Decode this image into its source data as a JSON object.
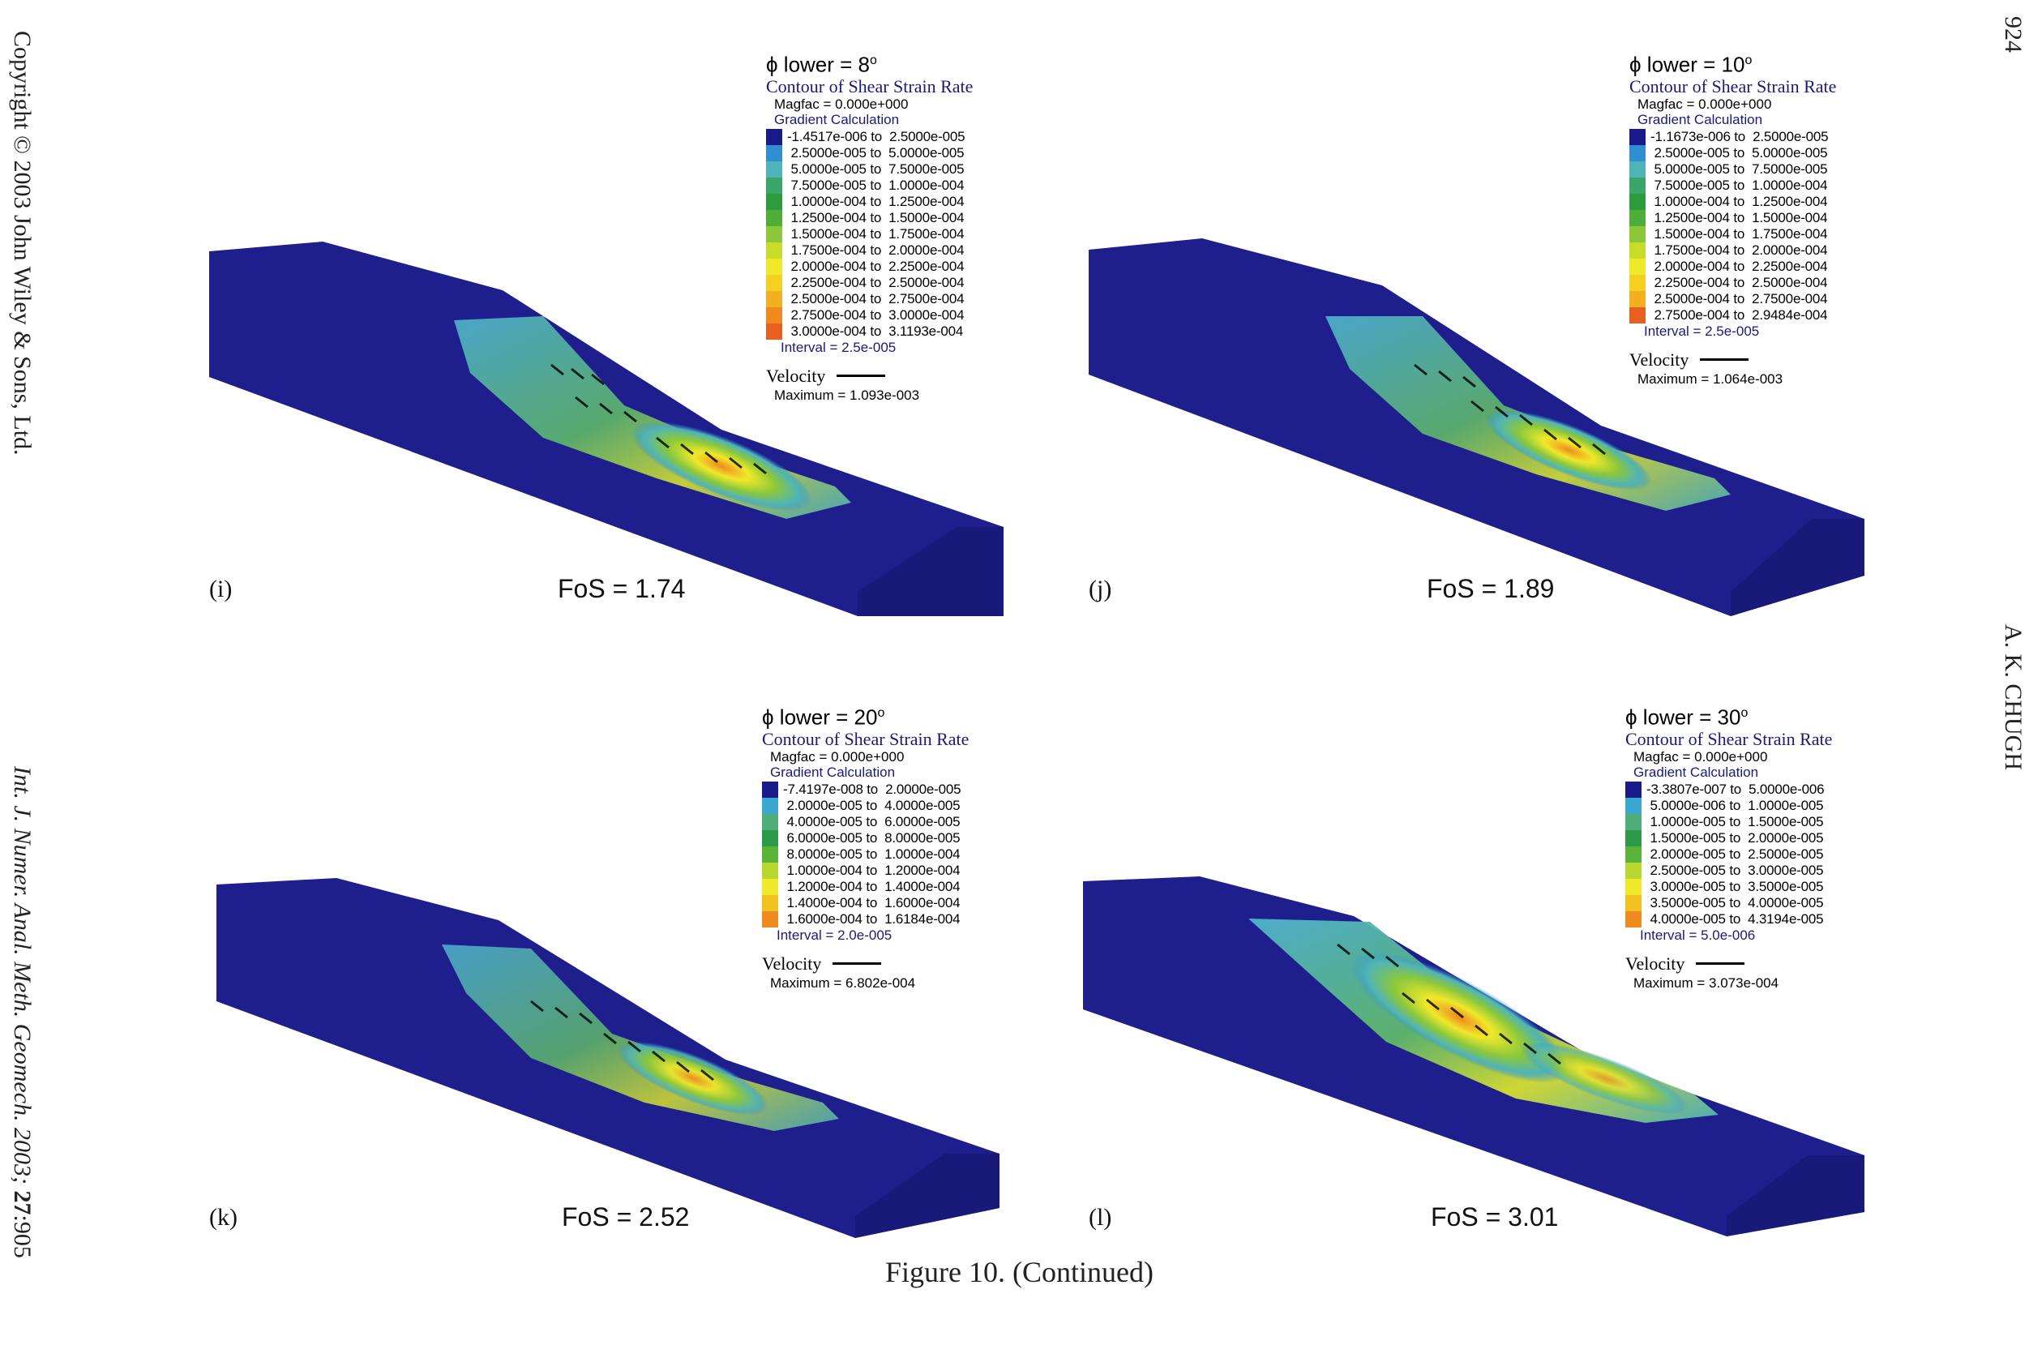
{
  "margins": {
    "left_top": "Copyright © 2003 John Wiley & Sons, Ltd.",
    "left_bottom_prefix": "Int. J. Numer. Anal. Meth. Geomech. 2003; ",
    "left_bottom_volume": "27",
    "left_bottom_pages": ":905",
    "right_page": "924",
    "right_author": "A. K. CHUGH"
  },
  "caption": "Figure 10.  (Continued)",
  "colors": {
    "mesh_blue": "#1e1e8c",
    "text_navy": "#1a1a7a",
    "band_colors": [
      "#1a1a8a",
      "#2f8fd0",
      "#4fb4b8",
      "#3aa66a",
      "#2d9a3c",
      "#4fae3a",
      "#8cc83a",
      "#c8dc2a",
      "#f0e82a",
      "#f4d020",
      "#f2b020",
      "#f08a20",
      "#e86020"
    ]
  },
  "panels": [
    {
      "id": "i",
      "label": "(i)",
      "phi_label": "lower = 8",
      "phi_symbol": "ϕ",
      "degree": "o",
      "contour_title": "Contour of Shear Strain Rate",
      "magfac": "Magfac = 0.000e+000",
      "gradient": "Gradient Calculation",
      "bands": [
        "-1.4517e-006 to  2.5000e-005",
        " 2.5000e-005 to  5.0000e-005",
        " 5.0000e-005 to  7.5000e-005",
        " 7.5000e-005 to  1.0000e-004",
        " 1.0000e-004 to  1.2500e-004",
        " 1.2500e-004 to  1.5000e-004",
        " 1.5000e-004 to  1.7500e-004",
        " 1.7500e-004 to  2.0000e-004",
        " 2.0000e-004 to  2.2500e-004",
        " 2.2500e-004 to  2.5000e-004",
        " 2.5000e-004 to  2.7500e-004",
        " 2.7500e-004 to  3.0000e-004",
        " 3.0000e-004 to  3.1193e-004"
      ],
      "interval": "Interval = 2.5e-005",
      "velocity_label": "Velocity",
      "velocity_max": "Maximum = 1.093e-003",
      "fos": "FoS = 1.74"
    },
    {
      "id": "j",
      "label": "(j)",
      "phi_label": "lower = 10",
      "phi_symbol": "ϕ",
      "degree": "o",
      "contour_title": "Contour of Shear Strain Rate",
      "magfac": "Magfac = 0.000e+000",
      "gradient": "Gradient Calculation",
      "bands": [
        "-1.1673e-006 to  2.5000e-005",
        " 2.5000e-005 to  5.0000e-005",
        " 5.0000e-005 to  7.5000e-005",
        " 7.5000e-005 to  1.0000e-004",
        " 1.0000e-004 to  1.2500e-004",
        " 1.2500e-004 to  1.5000e-004",
        " 1.5000e-004 to  1.7500e-004",
        " 1.7500e-004 to  2.0000e-004",
        " 2.0000e-004 to  2.2500e-004",
        " 2.2500e-004 to  2.5000e-004",
        " 2.5000e-004 to  2.7500e-004",
        " 2.7500e-004 to  2.9484e-004"
      ],
      "interval": "Interval = 2.5e-005",
      "velocity_label": "Velocity",
      "velocity_max": "Maximum = 1.064e-003",
      "fos": "FoS = 1.89"
    },
    {
      "id": "k",
      "label": "(k)",
      "phi_label": "lower = 20",
      "phi_symbol": "ϕ",
      "degree": "o",
      "contour_title": "Contour of Shear Strain Rate",
      "magfac": "Magfac = 0.000e+000",
      "gradient": "Gradient Calculation",
      "bands": [
        "-7.4197e-008 to  2.0000e-005",
        " 2.0000e-005 to  4.0000e-005",
        " 4.0000e-005 to  6.0000e-005",
        " 6.0000e-005 to  8.0000e-005",
        " 8.0000e-005 to  1.0000e-004",
        " 1.0000e-004 to  1.2000e-004",
        " 1.2000e-004 to  1.4000e-004",
        " 1.4000e-004 to  1.6000e-004",
        " 1.6000e-004 to  1.6184e-004"
      ],
      "interval": "Interval = 2.0e-005",
      "velocity_label": "Velocity",
      "velocity_max": "Maximum = 6.802e-004",
      "fos": "FoS = 2.52"
    },
    {
      "id": "l",
      "label": "(l)",
      "phi_label": "lower = 30",
      "phi_symbol": "ϕ",
      "degree": "o",
      "contour_title": "Contour of Shear Strain Rate",
      "magfac": "Magfac = 0.000e+000",
      "gradient": "Gradient Calculation",
      "bands": [
        "-3.3807e-007 to  5.0000e-006",
        " 5.0000e-006 to  1.0000e-005",
        " 1.0000e-005 to  1.5000e-005",
        " 1.5000e-005 to  2.0000e-005",
        " 2.0000e-005 to  2.5000e-005",
        " 2.5000e-005 to  3.0000e-005",
        " 3.0000e-005 to  3.5000e-005",
        " 3.5000e-005 to  4.0000e-005",
        " 4.0000e-005 to  4.3194e-005"
      ],
      "interval": "Interval = 5.0e-006",
      "velocity_label": "Velocity",
      "velocity_max": "Maximum = 3.073e-004",
      "fos": "FoS = 3.01"
    }
  ]
}
